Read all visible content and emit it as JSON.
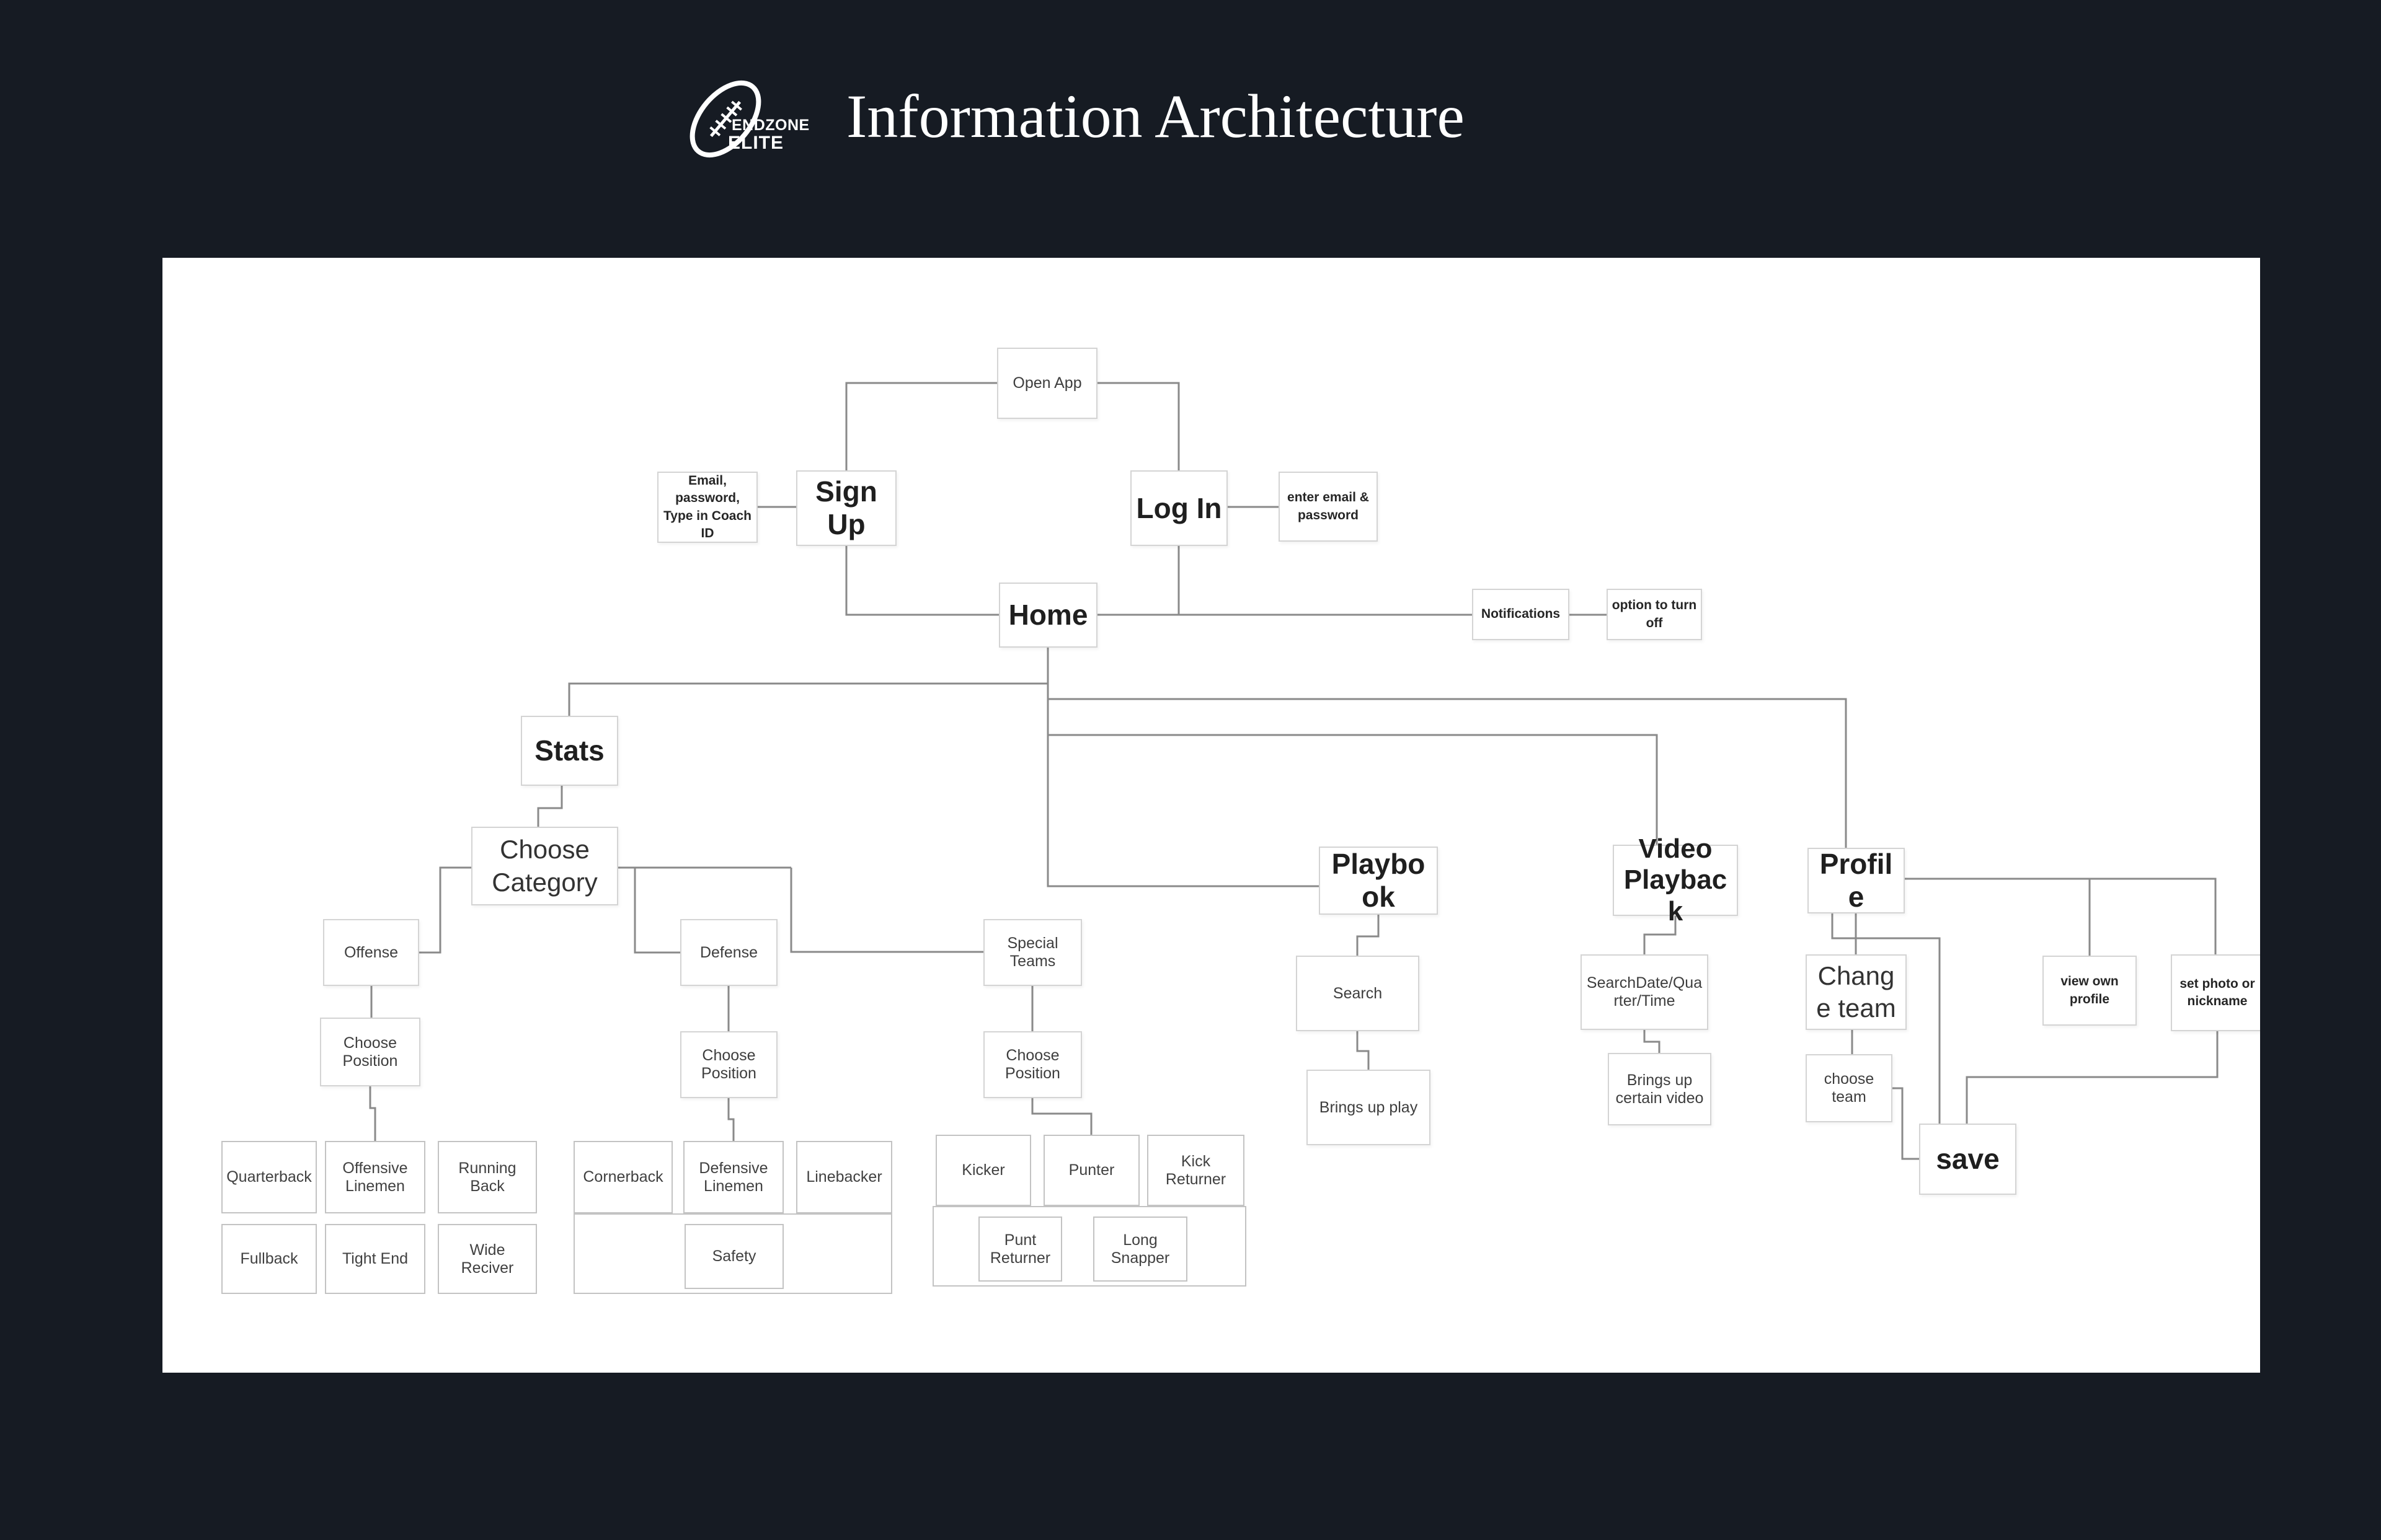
{
  "header": {
    "logo": {
      "line1": "ENDZONE",
      "line2": "ELITE"
    },
    "title": "Information Architecture"
  },
  "colors": {
    "background": "#161b23",
    "canvas": "#ffffff",
    "connector": "#8a8a8a",
    "box_border": "#d4d4d4",
    "title": "#ffffff"
  },
  "nodes": {
    "open_app": "Open App",
    "signup_note": "Email, password, Type in Coach ID",
    "sign_up": "Sign Up",
    "log_in": "Log In",
    "login_note": "enter email & password",
    "home": "Home",
    "notifications": "Notifications",
    "turn_off": "option to turn off",
    "stats": "Stats",
    "choose_category": "Choose Category",
    "offense": "Offense",
    "defense": "Defense",
    "special_teams": "Special Teams",
    "choose_position_offense": "Choose Position",
    "choose_position_defense": "Choose Position",
    "choose_position_special": "Choose Position",
    "offense_positions": [
      "Quarterback",
      "Offensive Linemen",
      "Running Back",
      "Fullback",
      "Tight End",
      "Wide Reciver"
    ],
    "defense_positions": [
      "Cornerback",
      "Defensive Linemen",
      "Linebacker",
      "Safety"
    ],
    "special_positions": [
      "Kicker",
      "Punter",
      "Kick Returner",
      "Punt Returner",
      "Long Snapper"
    ],
    "playbook": "Playbook",
    "search": "Search",
    "brings_up_play": "Brings up play",
    "video_playback": "Video Playback",
    "search_date": "SearchDate/Quarter/Time",
    "brings_up_video": "Brings up certain video",
    "profile": "Profile",
    "change_team": "Change team",
    "choose_team": "choose team",
    "save": "save",
    "view_own_profile": "view own profile",
    "set_photo": "set photo or nickname"
  }
}
